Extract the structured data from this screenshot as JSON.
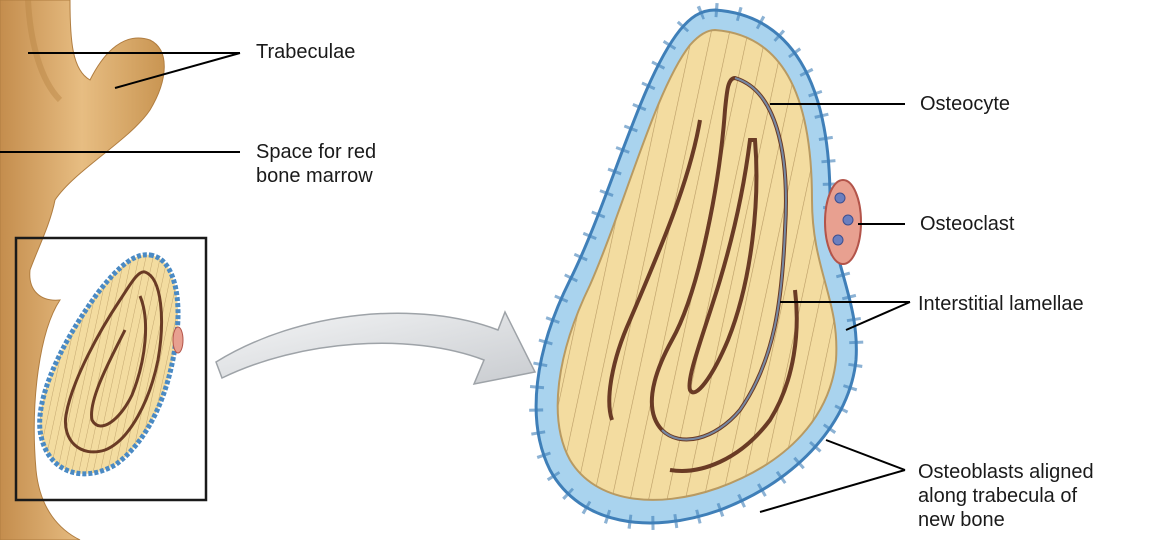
{
  "labels": {
    "trabeculae": "Trabeculae",
    "space_line1": "Space for red",
    "space_line2": "bone marrow",
    "osteocyte": "Osteocyte",
    "osteoclast": "Osteoclast",
    "interstitial": "Interstitial lamellae",
    "osteoblasts_line1": "Osteoblasts aligned",
    "osteoblasts_line2": "along trabecula of",
    "osteoblasts_line3": "new bone"
  },
  "colors": {
    "bone_outer": "#d9a868",
    "bone_shadow": "#b98545",
    "matrix": "#f3dca0",
    "lamella_line": "#b89a62",
    "osteocyte": "#6a3b25",
    "osteoblast": "#a9d3ee",
    "osteoblast_stroke": "#3f7fb8",
    "osteoclast": "#e8a090",
    "osteoclast_stroke": "#b3544a",
    "arrow": "#e3e5e8"
  }
}
